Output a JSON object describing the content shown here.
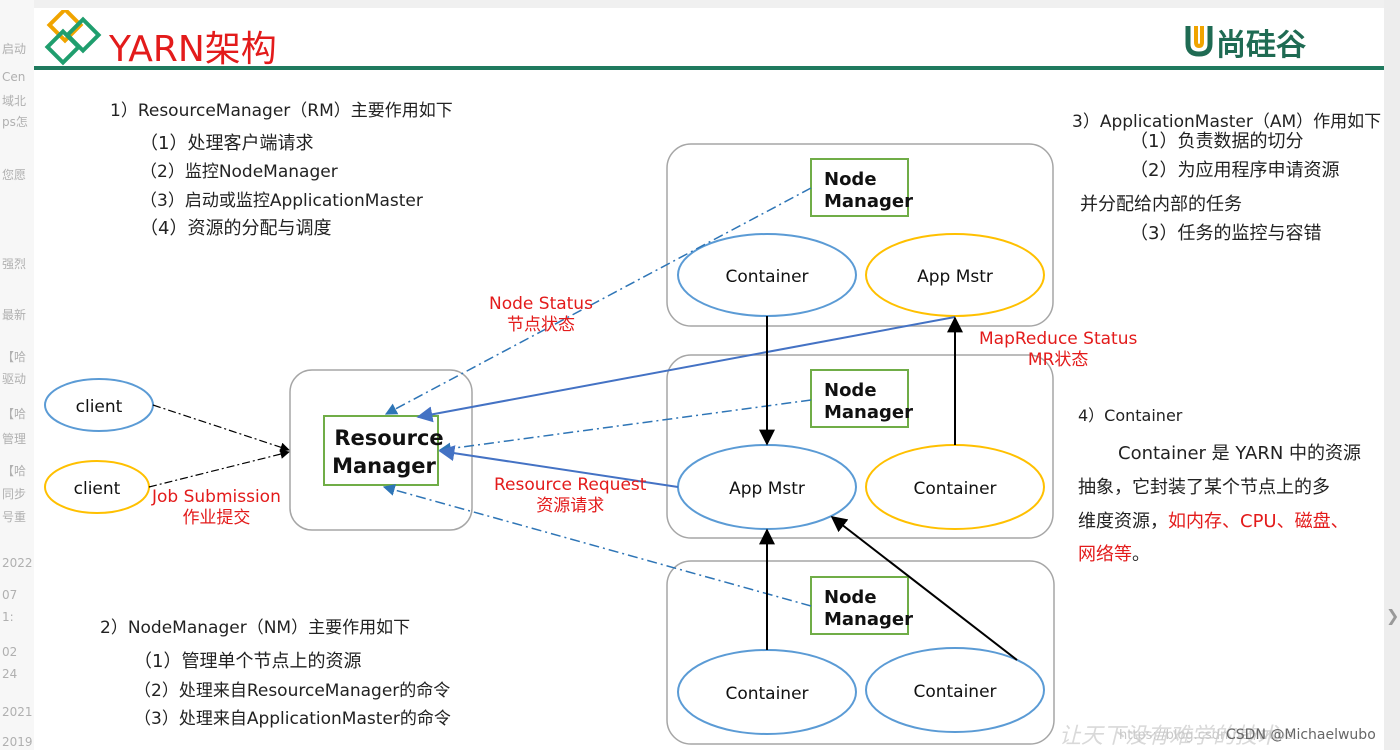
{
  "title": "YARN架构",
  "brand": "尚硅谷",
  "rm_section": {
    "heading": "1）ResourceManager（RM）主要作用如下",
    "items": [
      "（1）处理客户端请求",
      "（2）监控NodeManager",
      "（3）启动或监控ApplicationMaster",
      "（4）资源的分配与调度"
    ]
  },
  "nm_section": {
    "heading": "2）NodeManager（NM）主要作用如下",
    "items": [
      "（1）管理单个节点上的资源",
      "（2）处理来自ResourceManager的命令",
      "（3）处理来自ApplicationMaster的命令"
    ]
  },
  "am_section": {
    "heading": "3）ApplicationMaster（AM）作用如下",
    "items": [
      "（1）负责数据的切分",
      "（2）为应用程序申请资源",
      "并分配给内部的任务",
      "（3）任务的监控与容错"
    ]
  },
  "container_section": {
    "heading": "4）Container",
    "line1": "Container 是 YARN 中的资源",
    "line2": "抽象，它封装了某个节点上的多",
    "line3_prefix": "维度资源，",
    "line3_red": "如内存、CPU、磁盘、",
    "line4_red": "网络等",
    "line4_suffix": "。"
  },
  "diagram": {
    "client1": "client",
    "client2": "client",
    "rm_line1": "Resource",
    "rm_line2": "Manager",
    "nm_line1": "Node",
    "nm_line2": "Manager",
    "container": "Container",
    "app_mstr": "App Mstr",
    "job_submission": "Job Submission",
    "job_submission_cn": "作业提交",
    "node_status": "Node Status",
    "node_status_cn": "节点状态",
    "resource_request": "Resource Request",
    "resource_request_cn": "资源请求",
    "mr_status": "MapReduce Status",
    "mr_status_cn": "MR状态"
  },
  "footer": {
    "csdn": "CSDN @Michaelwubo",
    "url": "https://blog.csdn.net/wubo",
    "watermark": "让天下没有难学的技术"
  },
  "colors": {
    "title_red": "#e31b1b",
    "brand_green": "#1f7a5e",
    "rm_box_green": "#70ad47",
    "container_blue": "#5b9bd5",
    "appmstr_gold": "#ffc000",
    "arrow_blue": "#4472c4",
    "status_teal": "#2e75b6"
  }
}
